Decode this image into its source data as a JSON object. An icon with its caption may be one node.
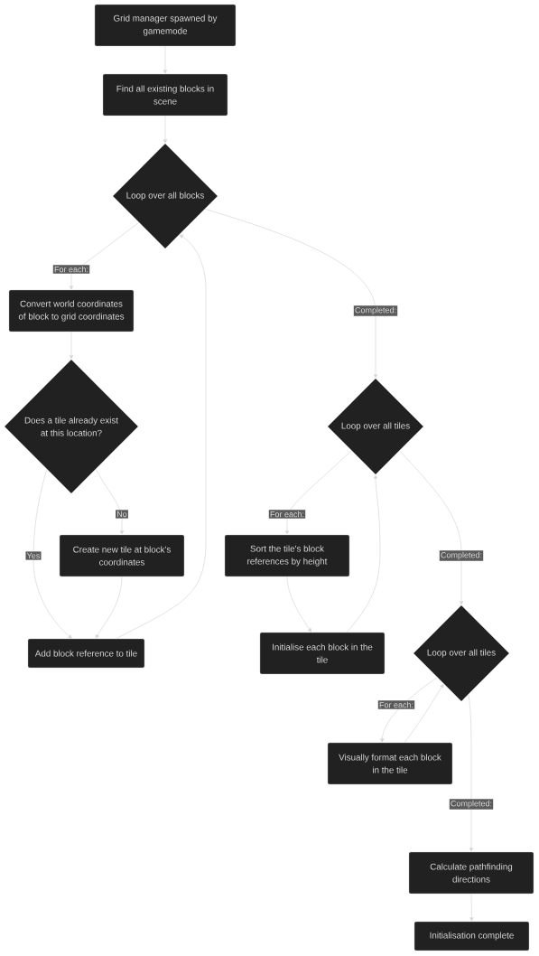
{
  "diagram": {
    "nodes": [
      {
        "text": [
          "Grid manager spawned by gamemode"
        ]
      },
      {
        "text": [
          "Find all existing blocks in scene"
        ]
      },
      {
        "text": [
          "Loop over all blocks"
        ]
      },
      {
        "text": [
          "Convert world coordinates of block to grid coordinates"
        ]
      },
      {
        "text": [
          "Does a tile already exist at this location?"
        ]
      },
      {
        "text": [
          "Create new tile at block's coordinates"
        ]
      },
      {
        "text": [
          "Add block reference to tile"
        ]
      },
      {
        "text": [
          "Loop over all tiles"
        ]
      },
      {
        "text": [
          "Sort the tile's block references by height"
        ]
      },
      {
        "text": [
          "Initialise each block in the tile"
        ]
      },
      {
        "text": [
          "Loop over all tiles"
        ]
      },
      {
        "text": [
          "Visually format each block in the tile"
        ]
      },
      {
        "text": [
          "Calculate pathfinding directions"
        ]
      },
      {
        "text": [
          "Initialisation complete"
        ]
      }
    ],
    "edges": [
      {
        "from": 0,
        "to": 1,
        "arrow": "to"
      },
      {
        "from": 1,
        "to": 2,
        "arrow": "to"
      },
      {
        "from": 2,
        "to": 3,
        "arrow": "to",
        "label": "For each:"
      },
      {
        "from": 2,
        "to": 7,
        "arrow": "to",
        "label": "Completed:"
      },
      {
        "from": 3,
        "to": 4,
        "arrow": "to"
      },
      {
        "from": 4,
        "to": 5,
        "arrow": "to",
        "label": "No"
      },
      {
        "from": 4,
        "to": 6,
        "arrow": "to",
        "label": "Yes"
      },
      {
        "from": 5,
        "to": 6,
        "arrow": "to"
      },
      {
        "from": 6,
        "to": 2,
        "arrow": "to"
      },
      {
        "from": 7,
        "to": 8,
        "arrow": "to",
        "label": "For each:"
      },
      {
        "from": 7,
        "to": 10,
        "arrow": "to",
        "label": "Completed:"
      },
      {
        "from": 8,
        "to": 9,
        "arrow": "to"
      },
      {
        "from": 9,
        "to": 7,
        "arrow": "to"
      },
      {
        "from": 10,
        "to": 11,
        "arrow": "to",
        "label": "For each:"
      },
      {
        "from": 11,
        "to": 10,
        "arrow": "to"
      },
      {
        "from": 10,
        "to": 12,
        "arrow": "to",
        "label": "Completed:"
      },
      {
        "from": 12,
        "to": 13,
        "arrow": "to"
      }
    ]
  }
}
